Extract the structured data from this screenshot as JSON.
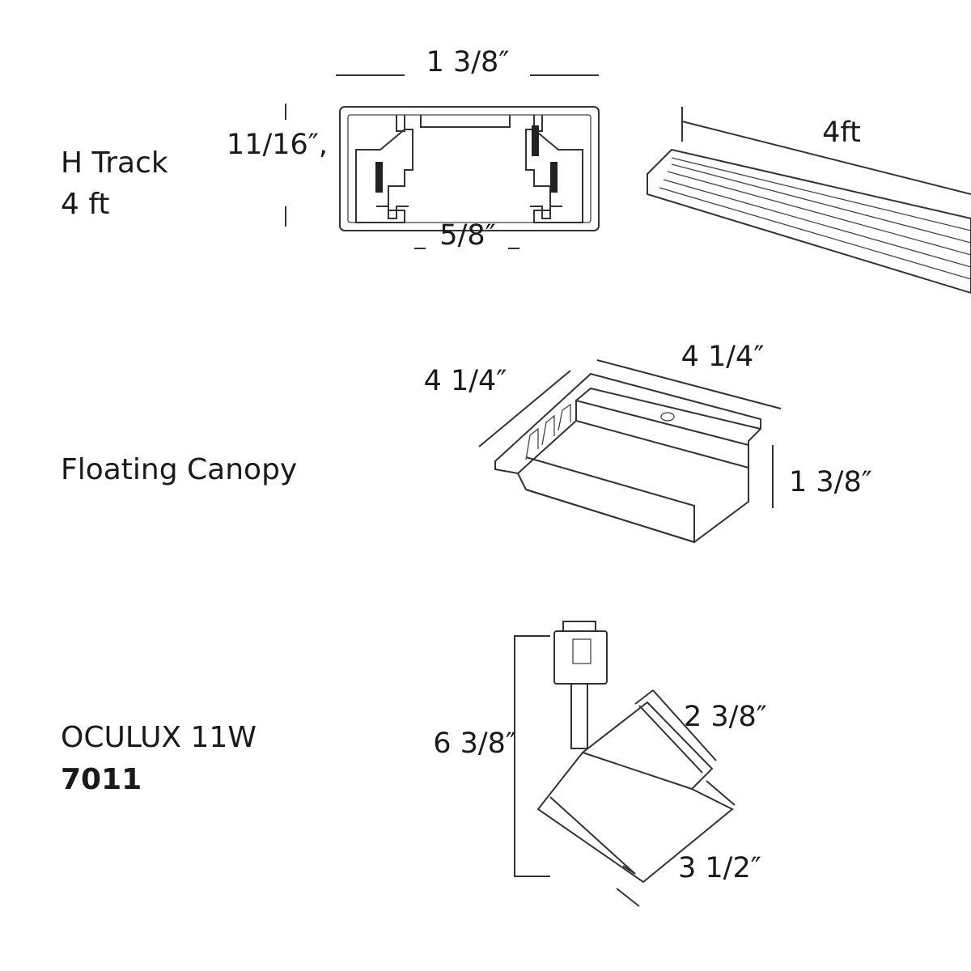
{
  "h_track": {
    "name": "H Track",
    "length": "4 ft",
    "width_dim": "1 3/8″",
    "height_dim": "11/16″,",
    "slot_dim": "5/8″",
    "length_dim": "4ft"
  },
  "canopy": {
    "name": "Floating Canopy",
    "depth_dim": "4 1/4″",
    "width_dim": "4 1/4″",
    "height_dim": "1 3/8″"
  },
  "fixture": {
    "name": "OCULUX 11W",
    "model": "7011",
    "height_dim": "6   3/8″",
    "diameter_dim": "2 3/8″",
    "length_dim": "3 1/2″"
  }
}
